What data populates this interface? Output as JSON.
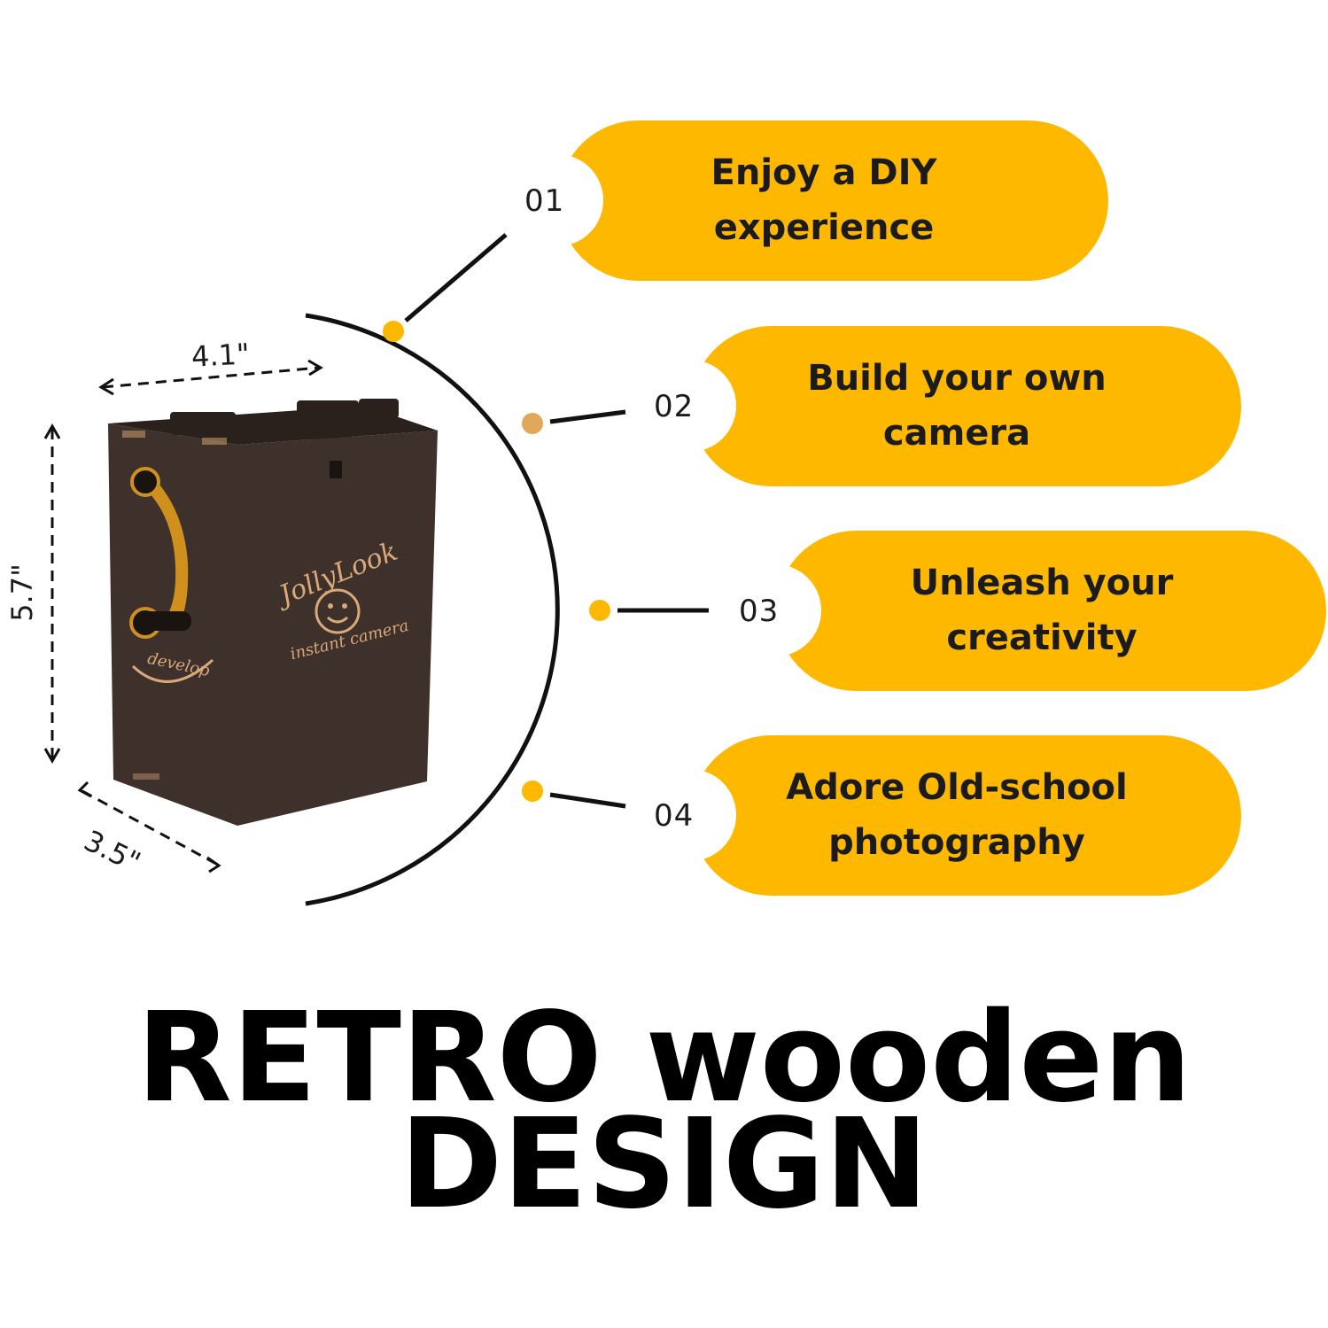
{
  "colors": {
    "accent": "#FFB800",
    "dot_alt": "#E2A85A",
    "wood": "#3e302b",
    "wood_dark": "#2a201c",
    "handle": "#d0901e",
    "text": "#1b1b1b"
  },
  "features": [
    {
      "number": "01",
      "line1": "Enjoy a DIY",
      "line2": "experience"
    },
    {
      "number": "02",
      "line1": "Build your own",
      "line2": "camera"
    },
    {
      "number": "03",
      "line1": "Unleash your",
      "line2": "creativity"
    },
    {
      "number": "04",
      "line1": "Adore Old-school",
      "line2": "photography"
    }
  ],
  "dimensions": {
    "width": "4.1\"",
    "height": "5.7\"",
    "depth": "3.5\""
  },
  "camera": {
    "brand": "JollyLook",
    "tagline": "instant camera",
    "crank_label": "develop",
    "icon": "smiley-face-icon"
  },
  "headline": {
    "line1": "RETRO wooden",
    "line2": "DESIGN"
  }
}
